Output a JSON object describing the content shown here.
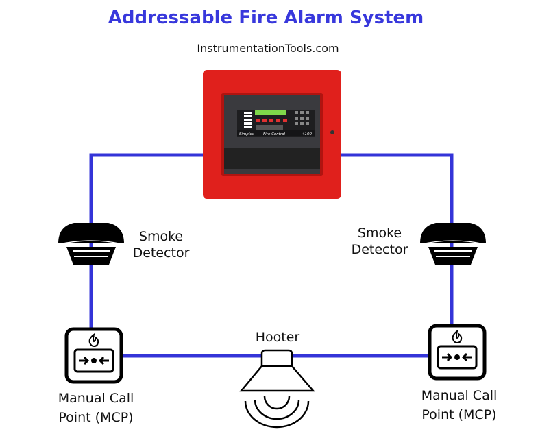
{
  "title": "Addressable Fire Alarm System",
  "subtitle": "InstrumentationTools.com",
  "colors": {
    "wire": "#3434d8",
    "panel": "#e0201c",
    "title": "#3838dc"
  },
  "panel": {
    "brand": "Simplex",
    "label": "Fire Control",
    "model": "4100"
  },
  "labels": {
    "smoke_left": [
      "Smoke",
      "Detector"
    ],
    "smoke_right": [
      "Smoke",
      "Detector"
    ],
    "hooter": "Hooter",
    "mcp_left": [
      "Manual Call",
      "Point (MCP)"
    ],
    "mcp_right": [
      "Manual Call",
      "Point (MCP)"
    ]
  }
}
